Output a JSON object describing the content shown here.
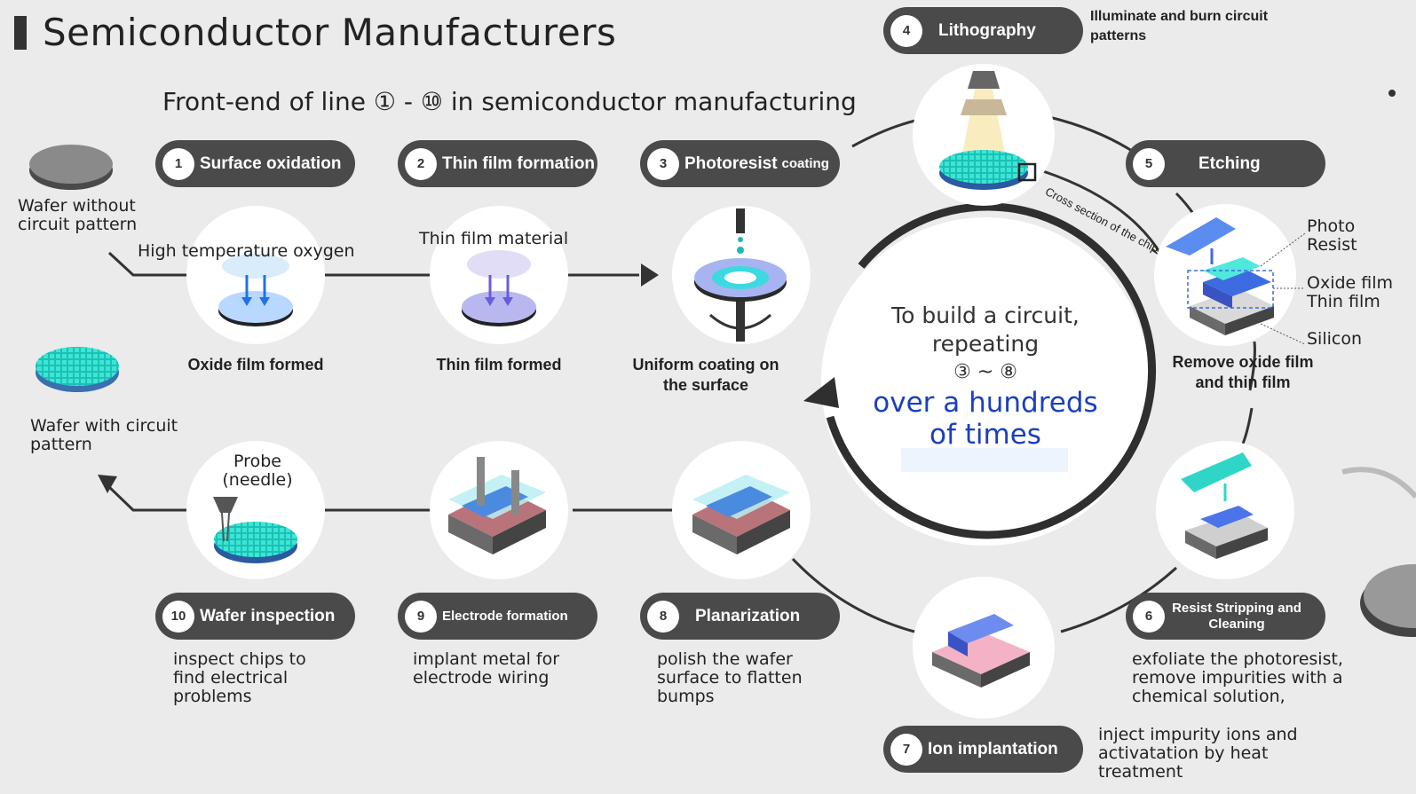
{
  "title": "Semiconductor Manufacturers",
  "subtitle": "Front-end of line ① - ⑩ in semiconductor manufacturing",
  "wafer_start_label": "Wafer without circuit pattern",
  "wafer_end_label": "Wafer with circuit pattern",
  "steps": [
    {
      "num": "1",
      "label": "Surface oxidation",
      "caption": "Oxide film formed",
      "top_label": "High temperature oxygen"
    },
    {
      "num": "2",
      "label": "Thin film formation",
      "caption": "Thin film formed",
      "top_label": "Thin film material"
    },
    {
      "num": "3",
      "label": "Photoresist",
      "label_small": "coating",
      "caption": "Uniform coating on the surface"
    },
    {
      "num": "4",
      "label": "Lithography",
      "note": "Illuminate and burn circuit patterns",
      "annotation": "Cross section of the chip"
    },
    {
      "num": "5",
      "label": "Etching",
      "caption": "Remove oxide film and thin film",
      "layer_labels": [
        "Photo Resist",
        "Oxide film",
        "Thin film",
        "Silicon"
      ]
    },
    {
      "num": "6",
      "label": "Resist Stripping and Cleaning",
      "note": "exfoliate the photoresist, remove impurities with a chemical solution,"
    },
    {
      "num": "7",
      "label": "Ion implantation",
      "note": "inject impurity ions and activatation by heat treatment"
    },
    {
      "num": "8",
      "label": "Planarization",
      "note": "polish the wafer surface to flatten bumps"
    },
    {
      "num": "9",
      "label": "Electrode formation",
      "note": "implant metal for electrode wiring"
    },
    {
      "num": "10",
      "label": "Wafer inspection",
      "note": "inspect chips to find electrical problems",
      "top_label": "Probe (needle)"
    }
  ],
  "center": {
    "line1": "To build a circuit,",
    "line2": "repeating",
    "line3": "③ ~ ⑧",
    "highlight1": "over a hundreds",
    "highlight2": "of times"
  },
  "colors": {
    "background": "#ebebeb",
    "pill": "#4a4a4a",
    "highlight_text": "#1a3fbf",
    "teal": "#2fd6c8",
    "blue": "#3d6be0"
  }
}
